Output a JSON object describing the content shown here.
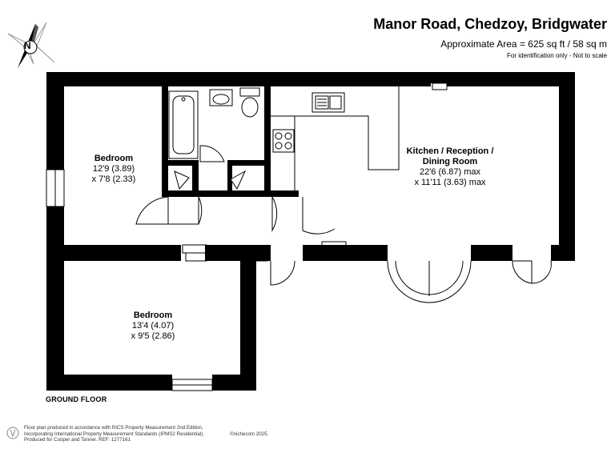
{
  "header": {
    "title": "Manor Road, Chedzoy, Bridgwater",
    "area": "Approximate Area = 625 sq ft / 58 sq m",
    "note": "For identification only - Not to scale"
  },
  "compass": {
    "letter": "N"
  },
  "rooms": [
    {
      "name": "Bedroom",
      "dim1": "12'9 (3.89)",
      "dim2": "x 7'8 (2.33)"
    },
    {
      "name": "Bedroom",
      "dim1": "13'4 (4.07)",
      "dim2": "x 9'5 (2.86)"
    },
    {
      "name_line1": "Kitchen / Reception /",
      "name_line2": "Dining Room",
      "dim1": "22'6 (6.87) max",
      "dim2": "x 11'11 (3.63) max"
    }
  ],
  "floor_label": "GROUND FLOOR",
  "footer": {
    "line1": "Floor plan produced in accordance with RICS Property Measurement 2nd Edition,",
    "line2": "Incorporating International Property Measurement Standards (IPMS2 Residential).",
    "line3": "Produced for Cooper and Tanner.  REF: 1277161",
    "copyright": "©nichecom 2025."
  }
}
